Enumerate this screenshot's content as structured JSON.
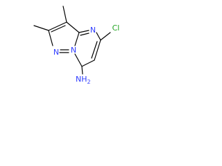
{
  "molecule": {
    "atoms": {
      "n_pyrazole": "N",
      "n_bridge": "N",
      "n_pyrimidine": "N",
      "cl": "Cl",
      "nh2": "NH",
      "nh2_subscript": "2"
    },
    "colors": {
      "nitrogen": "#2f3cff",
      "chlorine": "#22a422",
      "bond": "#000000"
    }
  }
}
